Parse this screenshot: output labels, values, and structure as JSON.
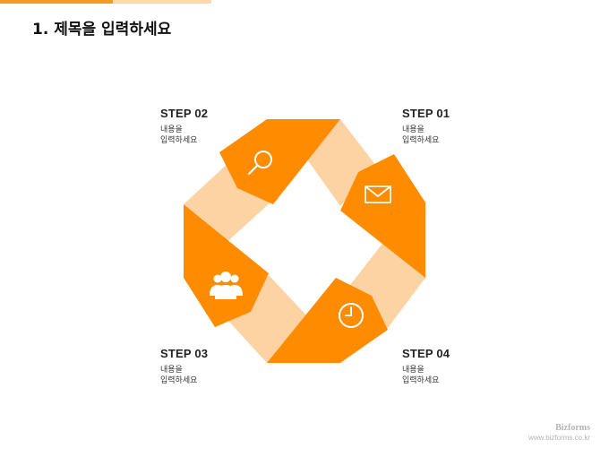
{
  "title": "1. 제목을 입력하세요",
  "colors": {
    "accent": "#ff8c00",
    "light": "#fdd3a3",
    "bar_dark": "#f59a23",
    "bar_light": "#fcd9ad"
  },
  "steps": [
    {
      "label": "STEP 01",
      "desc": "내용을\n입력하세요",
      "icon": "envelope-icon"
    },
    {
      "label": "STEP 02",
      "desc": "내용을\n입력하세요",
      "icon": "search-icon"
    },
    {
      "label": "STEP 03",
      "desc": "내용을\n입력하세요",
      "icon": "people-icon"
    },
    {
      "label": "STEP 04",
      "desc": "내용을\n입력하세요",
      "icon": "clock-icon"
    }
  ],
  "brand": {
    "name": "Bizforms",
    "url": "www.bizforms.co.kr"
  }
}
